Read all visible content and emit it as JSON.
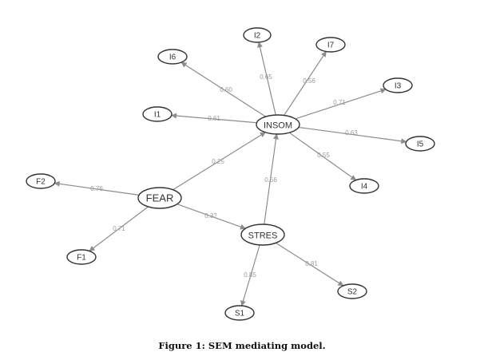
{
  "figure": {
    "caption": "Figure 1: SEM mediating model.",
    "type": "SEM path diagram",
    "nodes": [
      {
        "id": "INSOM",
        "label": "INSOM",
        "kind": "latent"
      },
      {
        "id": "FEAR",
        "label": "FEAR",
        "kind": "latent"
      },
      {
        "id": "STRES",
        "label": "STRES",
        "kind": "latent"
      },
      {
        "id": "I1",
        "label": "I1"
      },
      {
        "id": "I2",
        "label": "I2"
      },
      {
        "id": "I3",
        "label": "I3"
      },
      {
        "id": "I4",
        "label": "I4"
      },
      {
        "id": "I5",
        "label": "I5"
      },
      {
        "id": "I6",
        "label": "I6"
      },
      {
        "id": "I7",
        "label": "I7"
      },
      {
        "id": "F1",
        "label": "F1"
      },
      {
        "id": "F2",
        "label": "F2"
      },
      {
        "id": "S1",
        "label": "S1"
      },
      {
        "id": "S2",
        "label": "S2"
      }
    ],
    "edges": [
      {
        "from": "INSOM",
        "to": "I6",
        "value": "0.60"
      },
      {
        "from": "INSOM",
        "to": "I2",
        "value": "0.65"
      },
      {
        "from": "INSOM",
        "to": "I7",
        "value": "0.56"
      },
      {
        "from": "INSOM",
        "to": "I3",
        "value": "0.71"
      },
      {
        "from": "INSOM",
        "to": "I1",
        "value": "0.61"
      },
      {
        "from": "INSOM",
        "to": "I5",
        "value": "0.63"
      },
      {
        "from": "INSOM",
        "to": "I4",
        "value": "0.55"
      },
      {
        "from": "FEAR",
        "to": "INSOM",
        "value": "0.25"
      },
      {
        "from": "STRES",
        "to": "INSOM",
        "value": "0.56"
      },
      {
        "from": "FEAR",
        "to": "F2",
        "value": "0.76"
      },
      {
        "from": "FEAR",
        "to": "STRES",
        "value": "0.32"
      },
      {
        "from": "FEAR",
        "to": "F1",
        "value": "0.71"
      },
      {
        "from": "STRES",
        "to": "S1",
        "value": "0.85"
      },
      {
        "from": "STRES",
        "to": "S2",
        "value": "0.81"
      }
    ],
    "colors": {
      "edge": "#8c8c8c",
      "node_stroke": "#333333",
      "edge_label": "#9a9a9a"
    }
  }
}
